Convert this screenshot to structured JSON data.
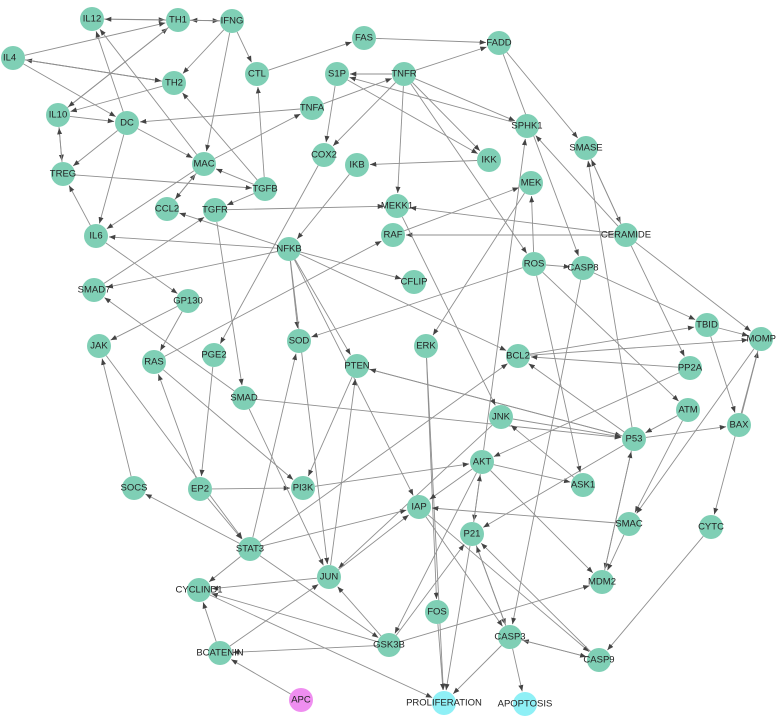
{
  "colors": {
    "node": "#7fcfb5",
    "apc": "#ef8ef0",
    "output": "#8ff0f6",
    "edge": "#8f8f8f",
    "label": "#222222"
  },
  "nodes": [
    {
      "id": "IL12",
      "label": "IL12",
      "type": "normal"
    },
    {
      "id": "TH1",
      "label": "TH1",
      "type": "normal"
    },
    {
      "id": "IFNG",
      "label": "IFNG",
      "type": "normal"
    },
    {
      "id": "FAS",
      "label": "FAS",
      "type": "normal"
    },
    {
      "id": "FADD",
      "label": "FADD",
      "type": "normal"
    },
    {
      "id": "IL4",
      "label": "IL4",
      "type": "normal"
    },
    {
      "id": "S1P",
      "label": "S1P",
      "type": "normal"
    },
    {
      "id": "TNFR",
      "label": "TNFR",
      "type": "normal"
    },
    {
      "id": "CTL",
      "label": "CTL",
      "type": "normal"
    },
    {
      "id": "TH2",
      "label": "TH2",
      "type": "normal"
    },
    {
      "id": "IL10",
      "label": "IL10",
      "type": "normal"
    },
    {
      "id": "DC",
      "label": "DC",
      "type": "normal"
    },
    {
      "id": "TNFA",
      "label": "TNFA",
      "type": "normal"
    },
    {
      "id": "SPHK1",
      "label": "SPHK1",
      "type": "normal"
    },
    {
      "id": "COX2",
      "label": "COX2",
      "type": "normal"
    },
    {
      "id": "SMASE",
      "label": "SMASE",
      "type": "normal"
    },
    {
      "id": "MAC",
      "label": "MAC",
      "type": "normal"
    },
    {
      "id": "IKK",
      "label": "IKK",
      "type": "normal"
    },
    {
      "id": "IKB",
      "label": "IKB",
      "type": "normal"
    },
    {
      "id": "TREG",
      "label": "TREG",
      "type": "normal"
    },
    {
      "id": "TGFB",
      "label": "TGFB",
      "type": "normal"
    },
    {
      "id": "MEK",
      "label": "MEK",
      "type": "normal"
    },
    {
      "id": "CCL2",
      "label": "CCL2",
      "type": "normal"
    },
    {
      "id": "TGFR",
      "label": "TGFR",
      "type": "normal"
    },
    {
      "id": "MEKK1",
      "label": "MEKK1",
      "type": "normal"
    },
    {
      "id": "IL6",
      "label": "IL6",
      "type": "normal"
    },
    {
      "id": "RAF",
      "label": "RAF",
      "type": "normal"
    },
    {
      "id": "CERAMIDE",
      "label": "CERAMIDE",
      "type": "normal"
    },
    {
      "id": "NFKB",
      "label": "NFKB",
      "type": "normal"
    },
    {
      "id": "ROS",
      "label": "ROS",
      "type": "normal"
    },
    {
      "id": "CFLIP",
      "label": "CFLIP",
      "type": "normal"
    },
    {
      "id": "CASP8",
      "label": "CASP8",
      "type": "normal"
    },
    {
      "id": "SMAD7",
      "label": "SMAD7",
      "type": "normal"
    },
    {
      "id": "GP130",
      "label": "GP130",
      "type": "normal"
    },
    {
      "id": "TBID",
      "label": "TBID",
      "type": "normal"
    },
    {
      "id": "MOMP",
      "label": "MOMP",
      "type": "normal"
    },
    {
      "id": "JAK",
      "label": "JAK",
      "type": "normal"
    },
    {
      "id": "SOD",
      "label": "SOD",
      "type": "normal"
    },
    {
      "id": "RAS",
      "label": "RAS",
      "type": "normal"
    },
    {
      "id": "PGE2",
      "label": "PGE2",
      "type": "normal"
    },
    {
      "id": "ERK",
      "label": "ERK",
      "type": "normal"
    },
    {
      "id": "BCL2",
      "label": "BCL2",
      "type": "normal"
    },
    {
      "id": "PTEN",
      "label": "PTEN",
      "type": "normal"
    },
    {
      "id": "PP2A",
      "label": "PP2A",
      "type": "normal"
    },
    {
      "id": "SMAD",
      "label": "SMAD",
      "type": "normal"
    },
    {
      "id": "ATM",
      "label": "ATM",
      "type": "normal"
    },
    {
      "id": "JNK",
      "label": "JNK",
      "type": "normal"
    },
    {
      "id": "P53",
      "label": "P53",
      "type": "normal"
    },
    {
      "id": "BAX",
      "label": "BAX",
      "type": "normal"
    },
    {
      "id": "SOCS",
      "label": "SOCS",
      "type": "normal"
    },
    {
      "id": "EP2",
      "label": "EP2",
      "type": "normal"
    },
    {
      "id": "PI3K",
      "label": "PI3K",
      "type": "normal"
    },
    {
      "id": "AKT",
      "label": "AKT",
      "type": "normal"
    },
    {
      "id": "ASK1",
      "label": "ASK1",
      "type": "normal"
    },
    {
      "id": "IAP",
      "label": "IAP",
      "type": "normal"
    },
    {
      "id": "P21",
      "label": "P21",
      "type": "normal"
    },
    {
      "id": "SMAC",
      "label": "SMAC",
      "type": "normal"
    },
    {
      "id": "CYTC",
      "label": "CYTC",
      "type": "normal"
    },
    {
      "id": "STAT3",
      "label": "STAT3",
      "type": "normal"
    },
    {
      "id": "CYCLIND1",
      "label": "CYCLIND1",
      "type": "normal"
    },
    {
      "id": "JUN",
      "label": "JUN",
      "type": "normal"
    },
    {
      "id": "MDM2",
      "label": "MDM2",
      "type": "normal"
    },
    {
      "id": "FOS",
      "label": "FOS",
      "type": "normal"
    },
    {
      "id": "GSK3B",
      "label": "GSK3B",
      "type": "normal"
    },
    {
      "id": "CASP3",
      "label": "CASP3",
      "type": "normal"
    },
    {
      "id": "CASP9",
      "label": "CASP9",
      "type": "normal"
    },
    {
      "id": "BCATENIN",
      "label": "BCATENIN",
      "type": "normal"
    },
    {
      "id": "APC",
      "label": "APC",
      "type": "apc"
    },
    {
      "id": "PROLIFERATION",
      "label": "PROLIFERATION",
      "type": "output"
    },
    {
      "id": "APOPTOSIS",
      "label": "APOPTOSIS",
      "type": "output"
    }
  ],
  "edges": [
    [
      "IL12",
      "TH1"
    ],
    [
      "IL4",
      "TH1"
    ],
    [
      "IL10",
      "TH1"
    ],
    [
      "DC",
      "IL12"
    ],
    [
      "MAC",
      "IL12"
    ],
    [
      "TH1",
      "IFNG"
    ],
    [
      "IFNG",
      "TH1"
    ],
    [
      "IFNG",
      "TH2"
    ],
    [
      "IFNG",
      "MAC"
    ],
    [
      "IFNG",
      "CTL"
    ],
    [
      "IL4",
      "TH2"
    ],
    [
      "IL4",
      "DC"
    ],
    [
      "TH2",
      "IL4"
    ],
    [
      "TH2",
      "IL10"
    ],
    [
      "IL10",
      "DC"
    ],
    [
      "IL10",
      "TREG"
    ],
    [
      "DC",
      "TREG"
    ],
    [
      "DC",
      "MAC"
    ],
    [
      "DC",
      "IL6"
    ],
    [
      "TREG",
      "IL10"
    ],
    [
      "TREG",
      "TGFB"
    ],
    [
      "TGFB",
      "TH2"
    ],
    [
      "TGFB",
      "CTL"
    ],
    [
      "TGFB",
      "MAC"
    ],
    [
      "CCL2",
      "MAC"
    ],
    [
      "MAC",
      "IL6"
    ],
    [
      "MAC",
      "TNFA"
    ],
    [
      "IL6",
      "TREG"
    ],
    [
      "IL6",
      "GP130"
    ],
    [
      "TNFA",
      "DC"
    ],
    [
      "TNFA",
      "TNFR"
    ],
    [
      "CTL",
      "FAS"
    ],
    [
      "FAS",
      "FADD"
    ],
    [
      "TNFR",
      "FADD"
    ],
    [
      "TNFR",
      "S1P"
    ],
    [
      "TNFR",
      "COX2"
    ],
    [
      "TNFR",
      "IKK"
    ],
    [
      "TNFR",
      "MEKK1"
    ],
    [
      "TNFR",
      "SPHK1"
    ],
    [
      "TNFR",
      "ROS"
    ],
    [
      "S1P",
      "COX2"
    ],
    [
      "S1P",
      "IKK"
    ],
    [
      "SPHK1",
      "S1P"
    ],
    [
      "FADD",
      "SMASE"
    ],
    [
      "FADD",
      "CASP8"
    ],
    [
      "SMASE",
      "CERAMIDE"
    ],
    [
      "CERAMIDE",
      "SPHK1"
    ],
    [
      "CERAMIDE",
      "RAF"
    ],
    [
      "CERAMIDE",
      "MEKK1"
    ],
    [
      "CERAMIDE",
      "PP2A"
    ],
    [
      "CERAMIDE",
      "MOMP"
    ],
    [
      "IKK",
      "IKB"
    ],
    [
      "IKB",
      "NFKB"
    ],
    [
      "NFKB",
      "IL6"
    ],
    [
      "NFKB",
      "SMAD7"
    ],
    [
      "NFKB",
      "CCL2"
    ],
    [
      "NFKB",
      "CFLIP"
    ],
    [
      "NFKB",
      "SOD"
    ],
    [
      "NFKB",
      "PTEN"
    ],
    [
      "NFKB",
      "IAP"
    ],
    [
      "NFKB",
      "BCL2"
    ],
    [
      "NFKB",
      "JUN"
    ],
    [
      "COX2",
      "PGE2"
    ],
    [
      "PGE2",
      "EP2"
    ],
    [
      "EP2",
      "RAS"
    ],
    [
      "EP2",
      "PI3K"
    ],
    [
      "EP2",
      "STAT3"
    ],
    [
      "RAS",
      "RAF"
    ],
    [
      "RAS",
      "PI3K"
    ],
    [
      "RAF",
      "MEK"
    ],
    [
      "MEK",
      "ERK"
    ],
    [
      "ERK",
      "FOS"
    ],
    [
      "ERK",
      "PROLIFERATION"
    ],
    [
      "PI3K",
      "AKT"
    ],
    [
      "AKT",
      "SPHK1"
    ],
    [
      "AKT",
      "MDM2"
    ],
    [
      "AKT",
      "P21"
    ],
    [
      "AKT",
      "ASK1"
    ],
    [
      "AKT",
      "GSK3B"
    ],
    [
      "AKT",
      "IAP"
    ],
    [
      "PTEN",
      "P53"
    ],
    [
      "PTEN",
      "PI3K"
    ],
    [
      "P53",
      "PTEN"
    ],
    [
      "P53",
      "P21"
    ],
    [
      "P53",
      "BAX"
    ],
    [
      "P53",
      "MDM2"
    ],
    [
      "P53",
      "SMASE"
    ],
    [
      "P53",
      "BCL2"
    ],
    [
      "MDM2",
      "P53"
    ],
    [
      "ATM",
      "P53"
    ],
    [
      "ATM",
      "SMAC"
    ],
    [
      "PP2A",
      "BCL2"
    ],
    [
      "PP2A",
      "AKT"
    ],
    [
      "ROS",
      "CASP8"
    ],
    [
      "ROS",
      "MEK"
    ],
    [
      "ROS",
      "ATM"
    ],
    [
      "ROS",
      "ASK1"
    ],
    [
      "ROS",
      "SOD"
    ],
    [
      "CASP8",
      "TBID"
    ],
    [
      "CASP8",
      "CASP3"
    ],
    [
      "TBID",
      "MOMP"
    ],
    [
      "TBID",
      "BAX"
    ],
    [
      "BAX",
      "MOMP"
    ],
    [
      "BCL2",
      "MOMP"
    ],
    [
      "BCL2",
      "TBID"
    ],
    [
      "MOMP",
      "SMAC"
    ],
    [
      "MOMP",
      "CYTC"
    ],
    [
      "CYTC",
      "CASP9"
    ],
    [
      "CASP9",
      "CASP3"
    ],
    [
      "SMAC",
      "IAP"
    ],
    [
      "SMAC",
      "MDM2"
    ],
    [
      "IAP",
      "CASP3"
    ],
    [
      "IAP",
      "CASP9"
    ],
    [
      "CASP3",
      "APOPTOSIS"
    ],
    [
      "CASP3",
      "PROLIFERATION"
    ],
    [
      "TGFR",
      "SMAD"
    ],
    [
      "TGFR",
      "MEKK1"
    ],
    [
      "SMAD7",
      "TGFR"
    ],
    [
      "SMAD",
      "SMAD7"
    ],
    [
      "SMAD",
      "JUN"
    ],
    [
      "SMAD",
      "P53"
    ],
    [
      "GP130",
      "JAK"
    ],
    [
      "GP130",
      "RAS"
    ],
    [
      "JAK",
      "STAT3"
    ],
    [
      "SOCS",
      "JAK"
    ],
    [
      "STAT3",
      "SOCS"
    ],
    [
      "STAT3",
      "IAP"
    ],
    [
      "STAT3",
      "BCL2"
    ],
    [
      "STAT3",
      "CYCLIND1"
    ],
    [
      "STAT3",
      "SOD"
    ],
    [
      "STAT3",
      "GSK3B"
    ],
    [
      "JNK",
      "JUN"
    ],
    [
      "JNK",
      "P53"
    ],
    [
      "ASK1",
      "JNK"
    ],
    [
      "MEKK1",
      "JNK"
    ],
    [
      "JUN",
      "CYCLIND1"
    ],
    [
      "JUN",
      "IAP"
    ],
    [
      "JUN",
      "PTEN"
    ],
    [
      "GSK3B",
      "CYCLIND1"
    ],
    [
      "GSK3B",
      "BCATENIN"
    ],
    [
      "GSK3B",
      "JUN"
    ],
    [
      "GSK3B",
      "P21"
    ],
    [
      "GSK3B",
      "MDM2"
    ],
    [
      "BCATENIN",
      "JUN"
    ],
    [
      "BCATENIN",
      "CYCLIND1"
    ],
    [
      "APC",
      "BCATENIN"
    ],
    [
      "CYCLIND1",
      "PROLIFERATION"
    ],
    [
      "P21",
      "PROLIFERATION"
    ],
    [
      "FOS",
      "PROLIFERATION"
    ],
    [
      "P21",
      "CASP3"
    ],
    [
      "CASP3",
      "P21"
    ],
    [
      "CASP3",
      "CASP9"
    ],
    [
      "CASP9",
      "P21"
    ],
    [
      "P21",
      "AKT"
    ],
    [
      "MAC",
      "CCL2"
    ],
    [
      "TGFB",
      "TGFR"
    ],
    [
      "TH1",
      "IL10"
    ],
    [
      "IL4",
      "TH2"
    ],
    [
      "IFNG",
      "IL12"
    ],
    [
      "CERAMIDE",
      "SMASE"
    ]
  ]
}
